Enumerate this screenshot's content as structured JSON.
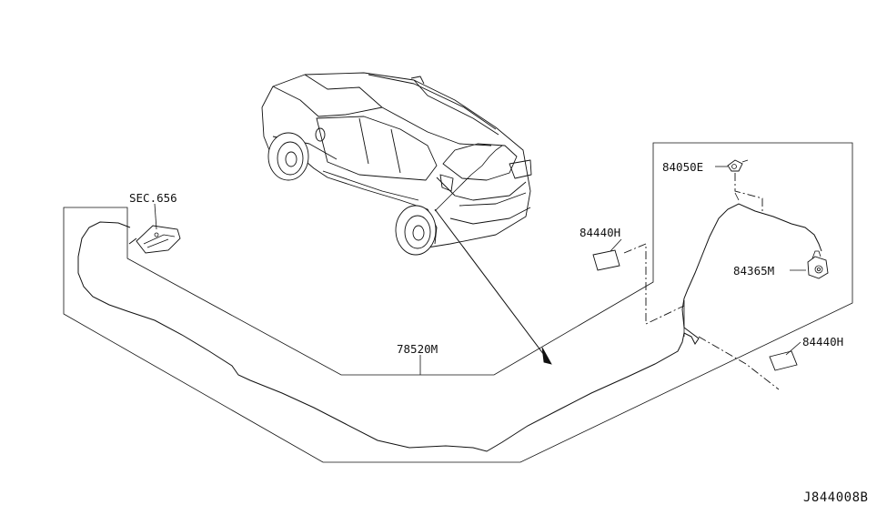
{
  "diagram": {
    "labels": {
      "sec_656": "SEC.656",
      "p_78520m": "78520M",
      "p_84440h_left": "84440H",
      "p_84440h_right": "84440H",
      "p_84050e": "84050E",
      "p_84365m": "84365M"
    },
    "drawing_code": "J844008B"
  }
}
